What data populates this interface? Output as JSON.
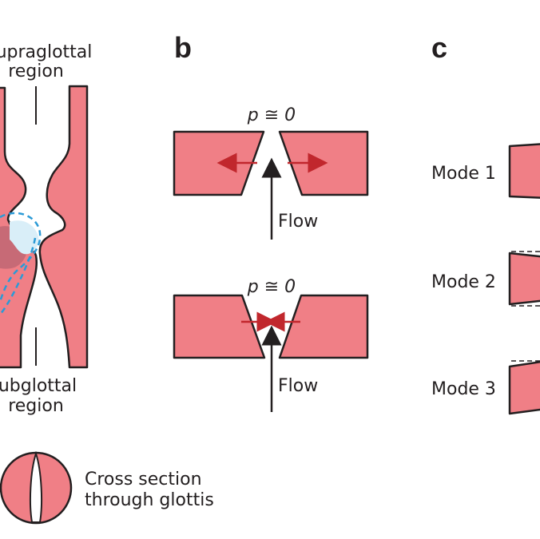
{
  "panel_a": {
    "supraglottal_line1": "Supraglottal",
    "supraglottal_line2": "region",
    "subglottal_line1": "Subglottal",
    "subglottal_line2": "region",
    "cross_section_line1": "Cross section",
    "cross_section_line2": "through glottis"
  },
  "panel_b": {
    "label": "b",
    "pressure_top": "p ≅ 0",
    "flow_top": "Flow",
    "pressure_bottom": "p ≅ 0",
    "flow_bottom": "Flow"
  },
  "panel_c": {
    "label": "c",
    "mode1": "Mode 1",
    "mode2": "Mode 2",
    "mode3": "Mode 3"
  },
  "colors": {
    "tissue": "#f07f86",
    "tissue_dark": "#c76a76",
    "outline": "#231f20",
    "red_arrow": "#c1272d",
    "blue_dashed": "#2b9ad6",
    "light_blue_fill": "#d9eef8"
  }
}
